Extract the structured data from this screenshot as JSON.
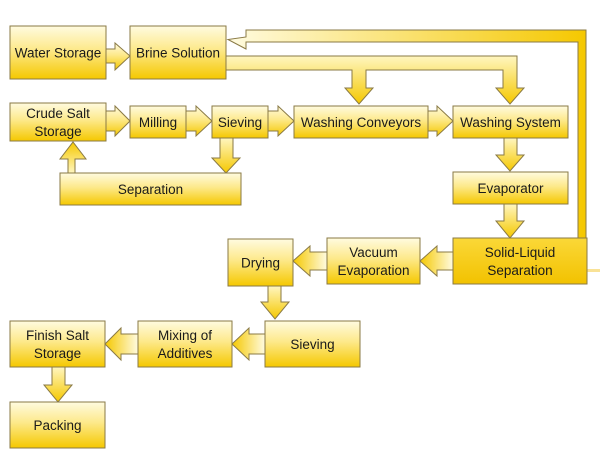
{
  "diagram": {
    "title": "Salt Refining Process Flow",
    "colors": {
      "fill_light": "#fffbe0",
      "fill_dark": "#f5c800",
      "border": "#8a7a45",
      "text": "#1a1a1a"
    },
    "nodes": [
      {
        "id": "water-storage",
        "lines": [
          "Water Storage"
        ]
      },
      {
        "id": "brine-solution",
        "lines": [
          "Brine Solution"
        ]
      },
      {
        "id": "crude-salt-storage",
        "lines": [
          "Crude Salt",
          "Storage"
        ]
      },
      {
        "id": "milling",
        "lines": [
          "Milling"
        ]
      },
      {
        "id": "sieving-1",
        "lines": [
          "Sieving"
        ]
      },
      {
        "id": "washing-conveyors",
        "lines": [
          "Washing Conveyors"
        ]
      },
      {
        "id": "washing-system",
        "lines": [
          "Washing System"
        ]
      },
      {
        "id": "separation",
        "lines": [
          "Separation"
        ]
      },
      {
        "id": "evaporator",
        "lines": [
          "Evaporator"
        ]
      },
      {
        "id": "solid-liquid-separation",
        "lines": [
          "Solid-Liquid",
          "Separation"
        ]
      },
      {
        "id": "vacuum-evaporation",
        "lines": [
          "Vacuum",
          "Evaporation"
        ]
      },
      {
        "id": "drying",
        "lines": [
          "Drying"
        ]
      },
      {
        "id": "sieving-2",
        "lines": [
          "Sieving"
        ]
      },
      {
        "id": "mixing-of-additives",
        "lines": [
          "Mixing of",
          "Additives"
        ]
      },
      {
        "id": "finish-salt-storage",
        "lines": [
          "Finish Salt",
          "Storage"
        ]
      },
      {
        "id": "packing",
        "lines": [
          "Packing"
        ]
      }
    ],
    "edges": [
      {
        "from": "water-storage",
        "to": "brine-solution"
      },
      {
        "from": "brine-solution",
        "to": "washing-conveyors"
      },
      {
        "from": "brine-solution",
        "to": "washing-system"
      },
      {
        "from": "crude-salt-storage",
        "to": "milling"
      },
      {
        "from": "milling",
        "to": "sieving-1"
      },
      {
        "from": "sieving-1",
        "to": "washing-conveyors"
      },
      {
        "from": "sieving-1",
        "to": "separation"
      },
      {
        "from": "separation",
        "to": "crude-salt-storage"
      },
      {
        "from": "washing-conveyors",
        "to": "washing-system"
      },
      {
        "from": "washing-system",
        "to": "evaporator"
      },
      {
        "from": "evaporator",
        "to": "solid-liquid-separation"
      },
      {
        "from": "solid-liquid-separation",
        "to": "brine-solution"
      },
      {
        "from": "solid-liquid-separation",
        "to": "vacuum-evaporation"
      },
      {
        "from": "vacuum-evaporation",
        "to": "drying"
      },
      {
        "from": "drying",
        "to": "sieving-2"
      },
      {
        "from": "sieving-2",
        "to": "mixing-of-additives"
      },
      {
        "from": "mixing-of-additives",
        "to": "finish-salt-storage"
      },
      {
        "from": "finish-salt-storage",
        "to": "packing"
      }
    ]
  }
}
